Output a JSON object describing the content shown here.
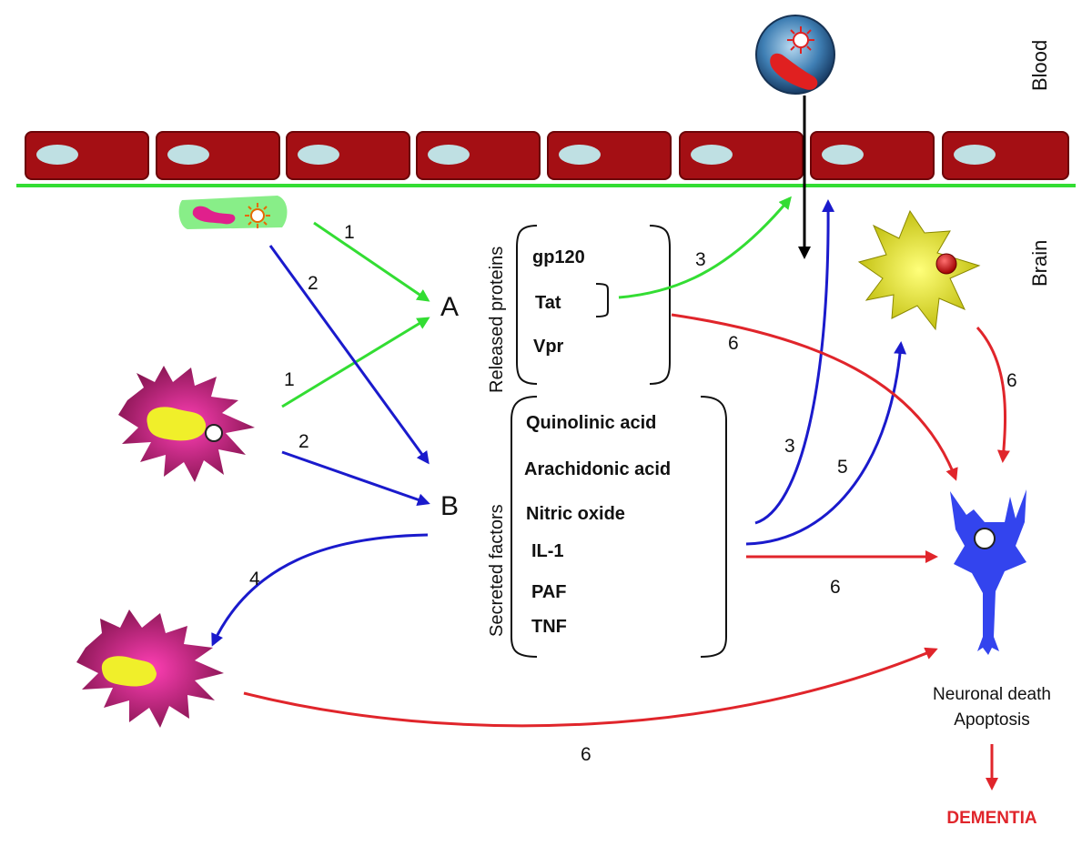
{
  "regions": {
    "blood": "Blood",
    "brain": "Brain"
  },
  "nodes": {
    "a": "A",
    "b": "B"
  },
  "groups": {
    "released_proteins": {
      "title": "Released proteins",
      "items": [
        "gp120",
        "Tat",
        "Vpr"
      ]
    },
    "secreted_factors": {
      "title": "Secreted factors",
      "items": [
        "Quinolinic acid",
        "Arachidonic acid",
        "Nitric oxide",
        "IL-1",
        "PAF",
        "TNF"
      ]
    }
  },
  "outcome": {
    "line1": "Neuronal death",
    "line2": "Apoptosis",
    "result": "DEMENTIA"
  },
  "step_labels": {
    "s1_top": "1",
    "s1_mid": "1",
    "s2_top": "2",
    "s2_mid": "2",
    "s3_tat": "3",
    "s3_factors": "3",
    "s4": "4",
    "s5": "5",
    "s6_proteins": "6",
    "s6_astro": "6",
    "s6_factors": "6",
    "s6_bottom": "6"
  },
  "colors": {
    "green_arrow": "#33dd33",
    "blue_arrow": "#1a1acc",
    "red_arrow": "#e0252b",
    "vessel": "#a40f14",
    "nucleus": "#bfe0e3",
    "macrophage": "#c2187f",
    "astrocyte": "#f0ef2a",
    "neuron": "#3344ee"
  }
}
